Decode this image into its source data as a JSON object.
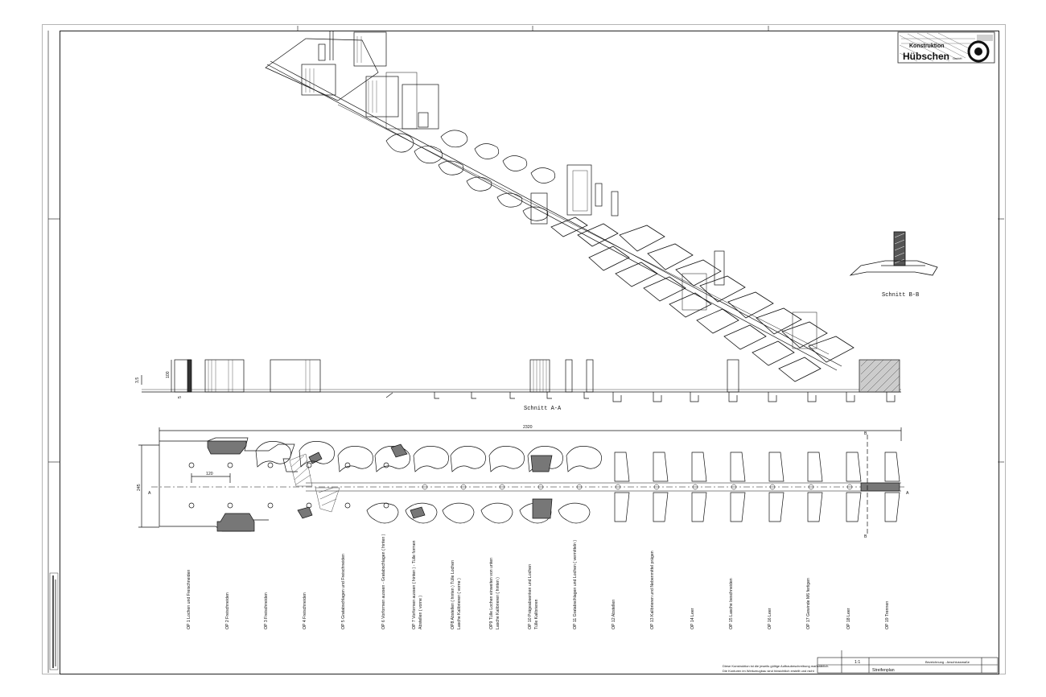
{
  "company": {
    "line1": "Konstruktion",
    "name": "Hübschen",
    "suffix": "GmbH"
  },
  "sections": {
    "bb": "Schnitt B-B",
    "aa": "Schnitt A-A"
  },
  "dims": {
    "total_length": "2320",
    "width": "245",
    "pitch": "120",
    "height1": "100",
    "height2": "3,5",
    "height3": "5",
    "mark_a": "A",
    "mark_b": "B"
  },
  "operations": [
    "OP 1 Lochen und Freischneiden",
    "OP 2 Freischneiden",
    "OP 3 Freischneiden",
    "OP 4 Freischneiden",
    "OP 5 Gratabschlagen und Freischneiden",
    "OP 6 Vorformen aussen - Gratabschlagen ( hinten )",
    "OP 7 Vorformen aussen ( hinten ) - Tülle formen",
    "Abstellen ( vorne )",
    "OP8 Abstellen ( hinten ) Tülle Lochen",
    "Lasche Kalibrieren ( vorne )",
    "OP9 Tülle Lochen einweiten von unten",
    "Lasche Kalibrieren ( hinten )",
    "OP 10 Prägeabsenken und Lochen",
    "Tülle Kalibrieren",
    "OP 11 Gratabschlagen und Lochen ( vermitteln )",
    "OP 12 Abstellen",
    "OP 13 Kalibrieren und Nebenmittel prägen",
    "OP 14 Leer",
    "OP 15 Lasche beschneiden",
    "OP 16 Leer",
    "OP 17 Gewinde M6 fertigen",
    "OP 18 Leer",
    "OP 19 Trennen"
  ],
  "titleblock": {
    "note1": "Diese Konstruktion ist die jeweils gültige Aufbaubeschreibung maßstäblich.",
    "note2": "Die Konturen im Werkzeugbau sind hinsichtlich erstellt und nicht",
    "scale": "1:1",
    "drawing_title": "Streifenplan",
    "project": "Bezeichnung - Anschlussmaße"
  }
}
